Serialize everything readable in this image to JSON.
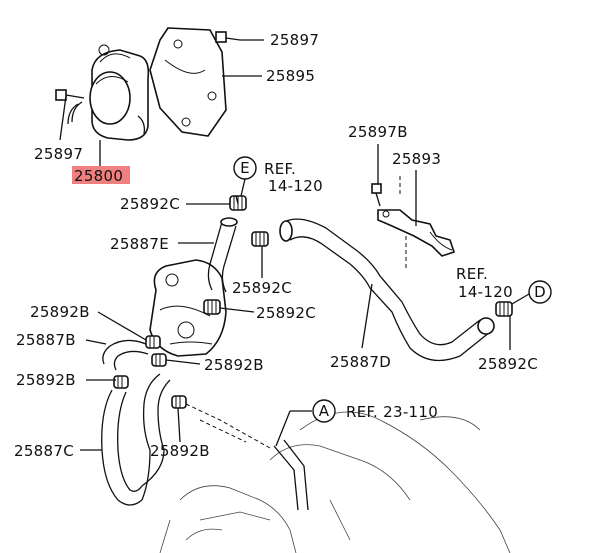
{
  "diagram": {
    "part_labels": [
      "25897",
      "25895",
      "25897",
      "25800",
      "25897B",
      "25893",
      "25892C",
      "25887E",
      "25892C",
      "25892B",
      "25892C",
      "25887B",
      "25892B",
      "25892B",
      "25887D",
      "25892C",
      "25887C",
      "25892B"
    ],
    "highlighted_part": "25800",
    "highlight_color": "#f08080",
    "callouts": [
      {
        "letter": "E",
        "ref_text": "REF.",
        "ref_page": "14-120"
      },
      {
        "letter": "D",
        "ref_text": "REF.",
        "ref_page": "14-120"
      },
      {
        "letter": "A",
        "ref_text": "REF. 23-110"
      }
    ]
  }
}
